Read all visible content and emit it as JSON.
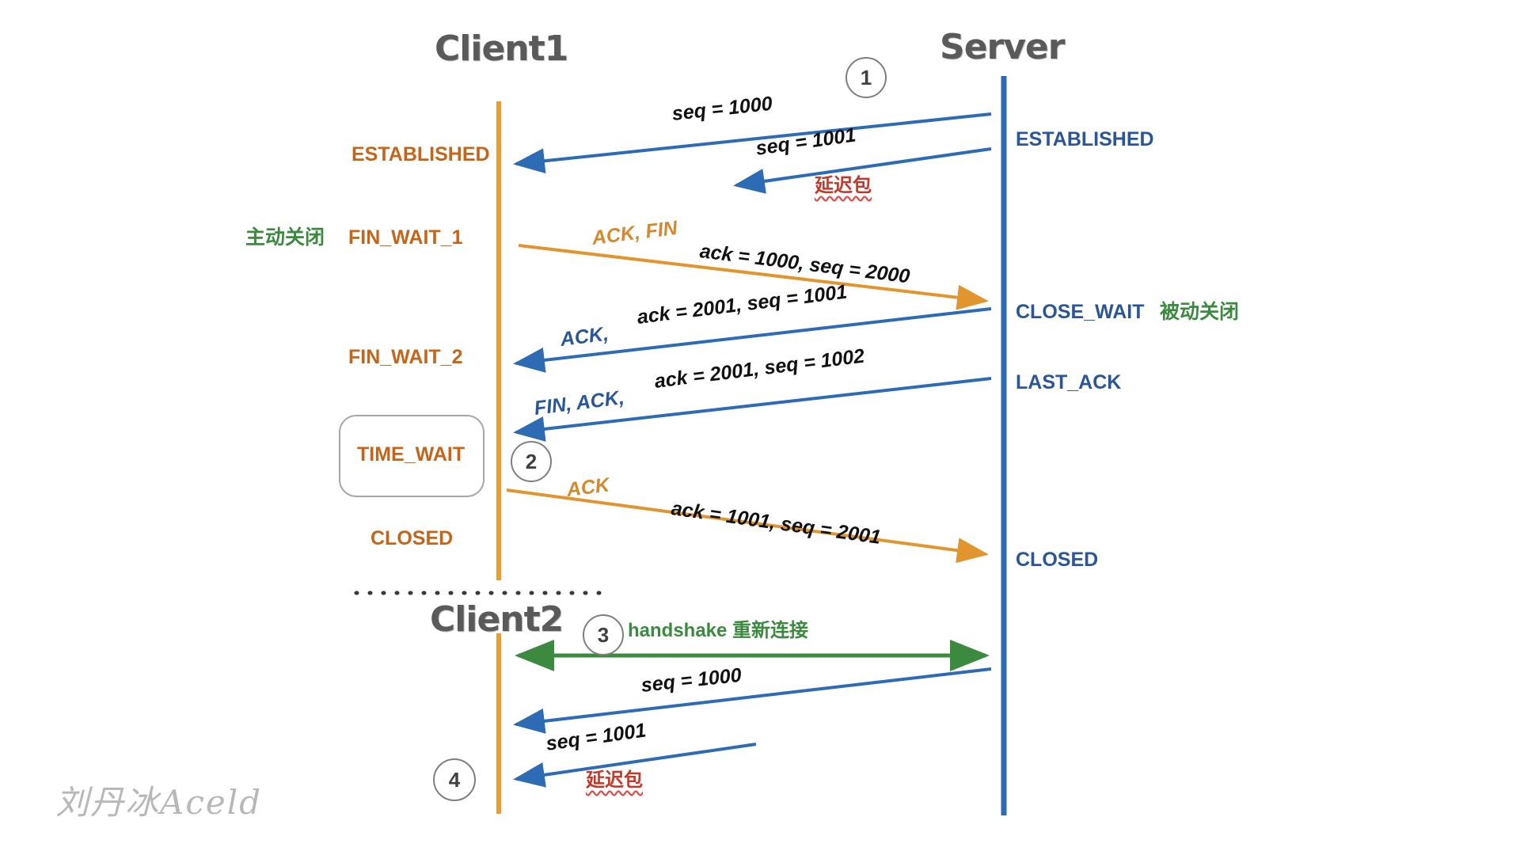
{
  "diagram": {
    "title_watermark": "刘丹冰Aceld",
    "colors": {
      "client_lifeline": "#ED9B33",
      "server_lifeline": "#2E6BB5",
      "arrow_blue": "#2E6BB5",
      "arrow_orange": "#E0952F",
      "arrow_green": "#3C8A3F",
      "state_orange": "#C5651A",
      "state_blue": "#2A5699",
      "chinese_green": "#3C8A3F",
      "delay_red": "#C0392B",
      "actor_gray": "#5A5A5A",
      "circle_gray": "#7F7F7F"
    }
  },
  "actors": [
    {
      "id": "client1",
      "label": "Client1"
    },
    {
      "id": "server",
      "label": "Server"
    },
    {
      "id": "client2",
      "label": "Client2"
    }
  ],
  "step_markers": [
    {
      "id": "marker-1",
      "label": "1"
    },
    {
      "id": "marker-2",
      "label": "2"
    },
    {
      "id": "marker-3",
      "label": "3"
    },
    {
      "id": "marker-4",
      "label": "4"
    }
  ],
  "client_states": [
    {
      "id": "established",
      "label": "ESTABLISHED"
    },
    {
      "id": "fin-wait-1",
      "label": "FIN_WAIT_1"
    },
    {
      "id": "fin-wait-2",
      "label": "FIN_WAIT_2"
    },
    {
      "id": "time-wait",
      "label": "TIME_WAIT"
    },
    {
      "id": "closed",
      "label": "CLOSED"
    }
  ],
  "server_states": [
    {
      "id": "established",
      "label": "ESTABLISHED"
    },
    {
      "id": "close-wait",
      "label": "CLOSE_WAIT"
    },
    {
      "id": "last-ack",
      "label": "LAST_ACK"
    },
    {
      "id": "closed",
      "label": "CLOSED"
    }
  ],
  "annotations": {
    "active_close": "主动关闭",
    "passive_close": "被动关闭",
    "handshake": "handshake 重新连接",
    "delayed_packet_1": "延迟包",
    "delayed_packet_2": "延迟包"
  },
  "messages": [
    {
      "id": "msg-seq-1000-a",
      "flags": "",
      "detail": "seq = 1000",
      "direction": "server-to-client",
      "color": "blue"
    },
    {
      "id": "msg-seq-1001-a",
      "flags": "",
      "detail": "seq = 1001",
      "direction": "server-to-client",
      "color": "blue"
    },
    {
      "id": "msg-ack-fin",
      "flags": "ACK, FIN",
      "detail": "ack = 1000, seq = 2000",
      "direction": "client-to-server",
      "color": "orange"
    },
    {
      "id": "msg-ack-2001-1001",
      "flags": "ACK,",
      "detail": "ack = 2001, seq = 1001",
      "direction": "server-to-client",
      "color": "blue"
    },
    {
      "id": "msg-fin-ack-2001-1002",
      "flags": "FIN, ACK,",
      "detail": "ack = 2001, seq = 1002",
      "direction": "server-to-client",
      "color": "blue"
    },
    {
      "id": "msg-ack-1001-2001",
      "flags": "ACK",
      "detail": "ack = 1001, seq = 2001",
      "direction": "client-to-server",
      "color": "orange"
    },
    {
      "id": "msg-seq-1000-b",
      "flags": "",
      "detail": "seq = 1000",
      "direction": "server-to-client",
      "color": "blue"
    },
    {
      "id": "msg-seq-1001-b",
      "flags": "",
      "detail": "seq = 1001",
      "direction": "server-to-client",
      "color": "blue"
    }
  ]
}
